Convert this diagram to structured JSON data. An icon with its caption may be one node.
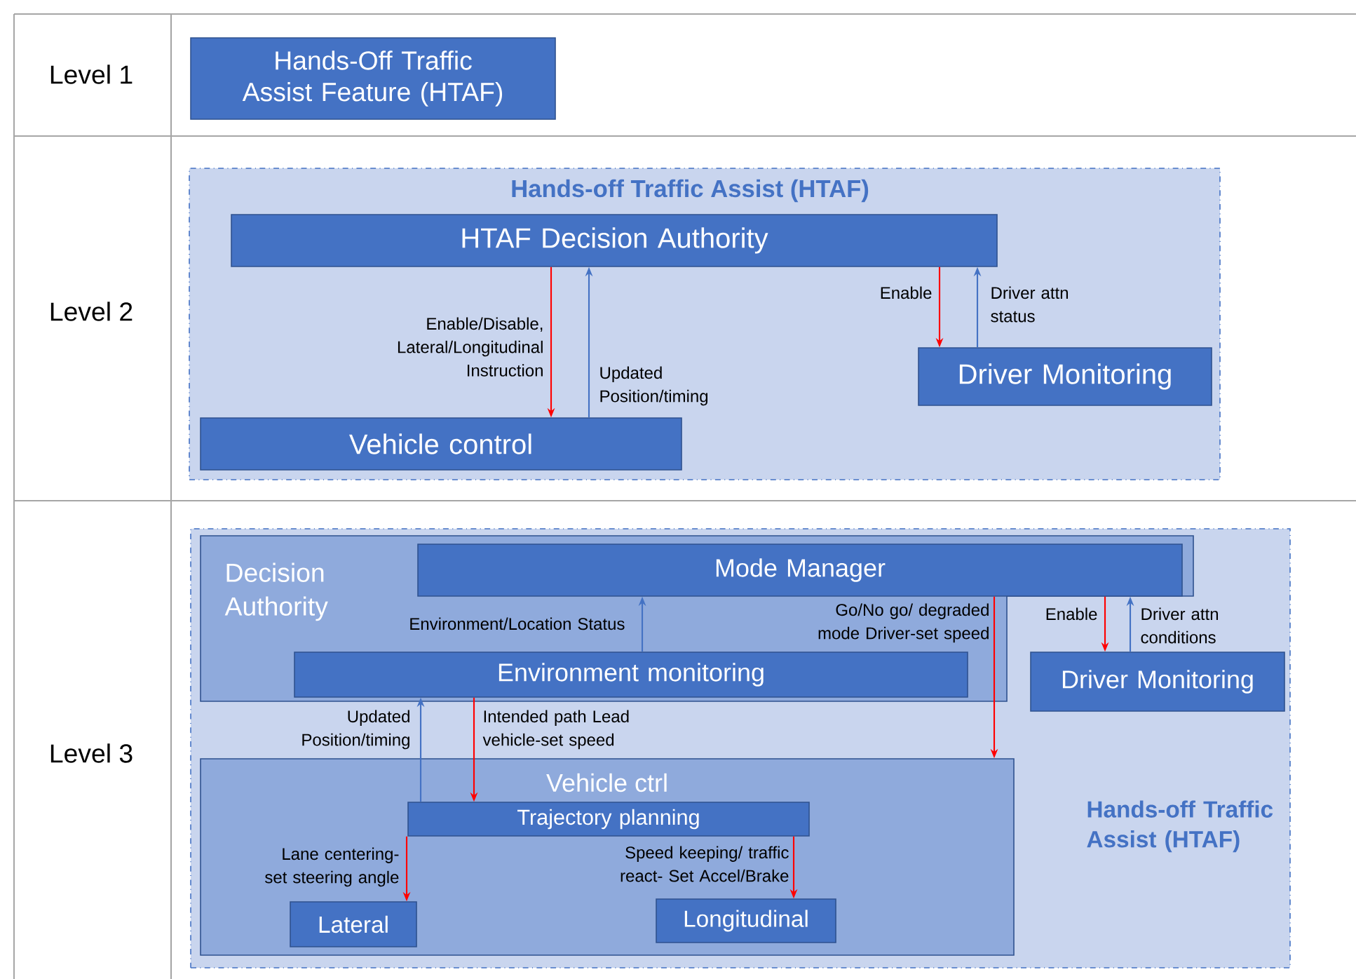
{
  "diagram": {
    "nodes": [
      {
        "text": [
          "Hands-Off Traffic Assist Feature (HTAF)"
        ]
      },
      {
        "text": [
          "Hands-off Traffic Assist (HTAF)"
        ]
      },
      {
        "text": [
          "HTAF Decision Authority"
        ],
        "in": 1
      },
      {
        "text": [
          "Driver Monitoring"
        ],
        "in": 1
      },
      {
        "text": [
          "Vehicle control"
        ],
        "in": 1
      },
      {
        "text": [
          "Hands-off Traffic Assist (HTAF)"
        ]
      },
      {
        "text": [
          "Decision Authority"
        ],
        "in": 5
      },
      {
        "text": [
          "Mode Manager"
        ],
        "in": 6
      },
      {
        "text": [
          "Environment monitoring"
        ],
        "in": 6
      },
      {
        "text": [
          "Driver Monitoring"
        ],
        "in": 5
      },
      {
        "text": [
          "Vehicle ctrl"
        ],
        "in": 5
      },
      {
        "text": [
          "Trajectory planning"
        ],
        "in": 10
      },
      {
        "text": [
          "Lateral"
        ],
        "in": 10
      },
      {
        "text": [
          "Longitudinal"
        ],
        "in": 10
      }
    ],
    "edges": [
      {
        "from": 2,
        "to": 4,
        "arrow": "to",
        "label": "Enable/Disable, Lateral/Longitudinal Instruction"
      },
      {
        "from": 4,
        "to": 2,
        "arrow": "to",
        "label": "Updated Position/timing",
        "color": "#4472c4"
      },
      {
        "from": 2,
        "to": 3,
        "arrow": "to",
        "label": "Enable"
      },
      {
        "from": 3,
        "to": 2,
        "arrow": "to",
        "label": "Driver attn status",
        "color": "#4472c4"
      },
      {
        "from": 8,
        "to": 7,
        "arrow": "to",
        "label": "Environment/Location Status",
        "color": "#4472c4"
      },
      {
        "from": 7,
        "to": 10,
        "arrow": "to",
        "label": "Go/No go/ degraded mode Driver-set speed"
      },
      {
        "from": 7,
        "to": 9,
        "arrow": "to",
        "label": "Enable"
      },
      {
        "from": 9,
        "to": 7,
        "arrow": "to",
        "label": "Driver attn conditions",
        "color": "#4472c4"
      },
      {
        "from": 11,
        "to": 8,
        "arrow": "to",
        "label": "Updated Position/timing",
        "color": "#4472c4"
      },
      {
        "from": 8,
        "to": 11,
        "arrow": "to",
        "label": "Intended path Lead vehicle-set speed"
      },
      {
        "from": 11,
        "to": 12,
        "arrow": "to",
        "label": "Lane centering- set steering angle"
      },
      {
        "from": 11,
        "to": 13,
        "arrow": "to",
        "label": "Speed keeping/ traffic react- Set Accel/Brake"
      }
    ],
    "labels": [
      "Level 1",
      "Level 2",
      "Level 3"
    ]
  }
}
